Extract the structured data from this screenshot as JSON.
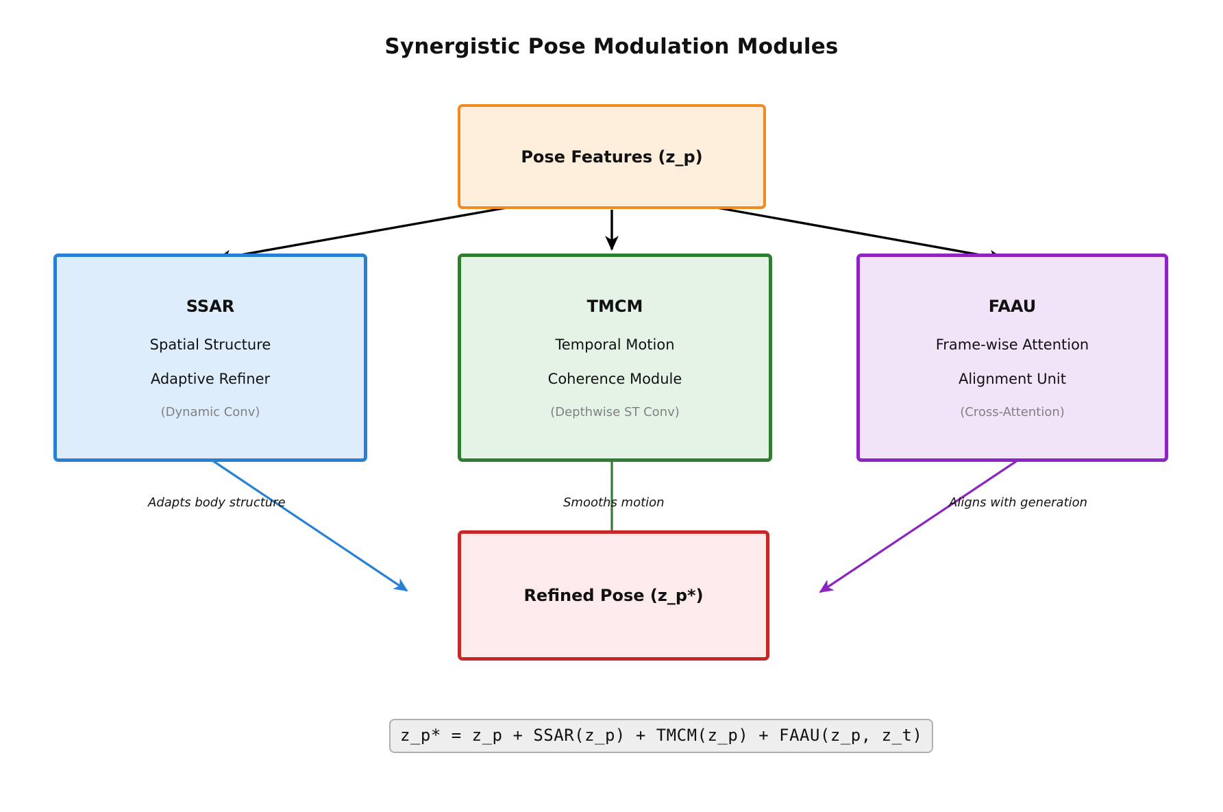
{
  "title": "Synergistic Pose Modulation Modules",
  "nodes": {
    "pose": {
      "title": "Pose Features (z_p)"
    },
    "ssar": {
      "title": "SSAR",
      "line1": "Spatial Structure",
      "line2": "Adaptive Refiner",
      "sub": "(Dynamic Conv)"
    },
    "tmcm": {
      "title": "TMCM",
      "line1": "Temporal Motion",
      "line2": "Coherence Module",
      "sub": "(Depthwise ST Conv)"
    },
    "faau": {
      "title": "FAAU",
      "line1": "Frame-wise Attention",
      "line2": "Alignment Unit",
      "sub": "(Cross-Attention)"
    },
    "refined": {
      "title": "Refined Pose (z_p*)"
    }
  },
  "edge_labels": {
    "ssar_out": "Adapts body structure",
    "tmcm_out": "Smooths motion",
    "faau_out": "Aligns with generation"
  },
  "formula": "z_p* = z_p + SSAR(z_p) + TMCM(z_p) + FAAU(z_p, z_t)",
  "colors": {
    "pose_border": "#ef8b1f",
    "pose_fill": "#fdeedb",
    "ssar_border": "#2780d4",
    "ssar_fill": "#ddedfb",
    "tmcm_border": "#2e7d32",
    "tmcm_fill": "#e5f2e6",
    "faau_border": "#8e24c0",
    "faau_fill": "#f1e3f8",
    "refined_border": "#c62828",
    "refined_fill": "#fdeaea",
    "edge_black": "#000000",
    "formula_fill": "#eeeeee",
    "sub_text": "#808080"
  }
}
